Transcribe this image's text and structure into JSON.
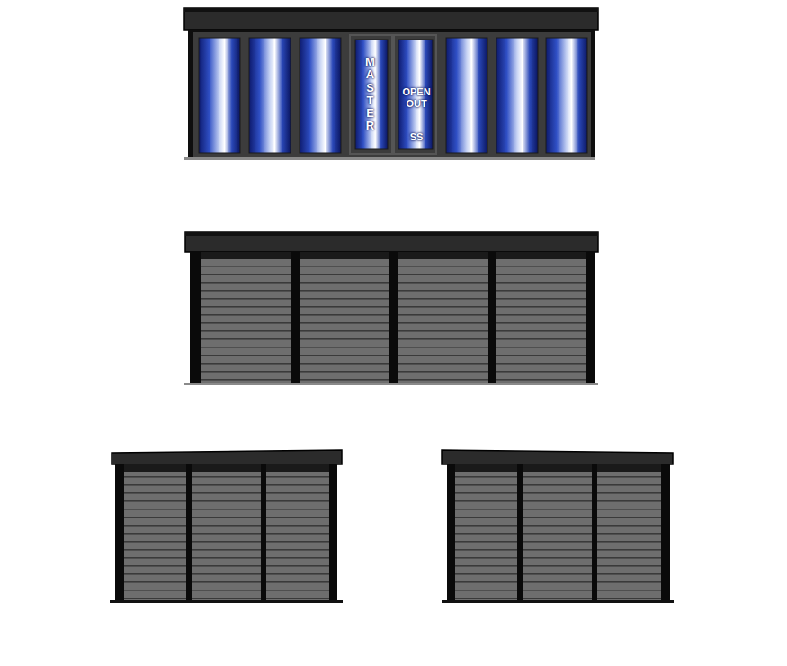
{
  "diagram": {
    "labels": [
      "MASTER",
      "OPEN OUT",
      "SS"
    ]
  }
}
